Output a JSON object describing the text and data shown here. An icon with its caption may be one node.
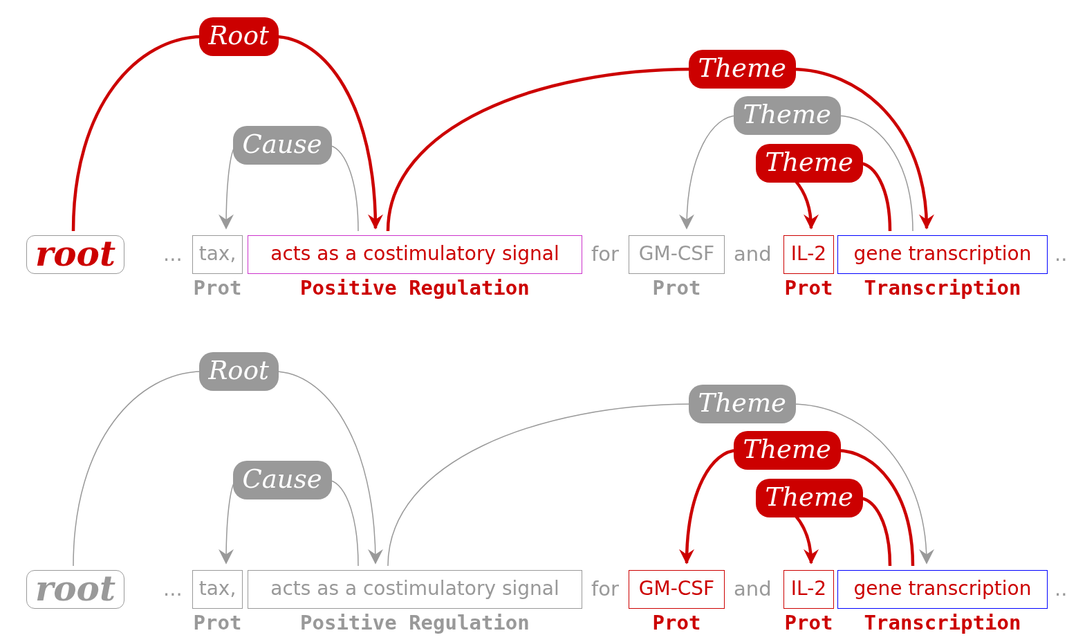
{
  "diagram": {
    "nodes": [
      {
        "text": [
          "root"
        ]
      },
      {
        "text": [
          "tax,"
        ],
        "beside": [
          "Prot"
        ]
      },
      {
        "text": [
          "acts as a costimulatory signal"
        ],
        "beside": [
          "Positive Regulation"
        ]
      },
      {
        "text": [
          "GM-CSF"
        ],
        "beside": [
          "Prot"
        ]
      },
      {
        "text": [
          "IL-2"
        ],
        "beside": [
          "Prot"
        ]
      },
      {
        "text": [
          "gene transcription"
        ],
        "beside": [
          "Transcription"
        ]
      },
      {
        "text": [
          "root"
        ]
      },
      {
        "text": [
          "tax,"
        ],
        "beside": [
          "Prot"
        ]
      },
      {
        "text": [
          "acts as a costimulatory signal"
        ],
        "beside": [
          "Positive Regulation"
        ]
      },
      {
        "text": [
          "GM-CSF"
        ],
        "beside": [
          "Prot"
        ]
      },
      {
        "text": [
          "IL-2"
        ],
        "beside": [
          "Prot"
        ]
      },
      {
        "text": [
          "gene transcription"
        ],
        "beside": [
          "Transcription"
        ]
      }
    ],
    "edges": [
      {
        "from": 0,
        "to": 2,
        "arrow": "to",
        "label": "Root",
        "style": "thick",
        "color": "#cc0000"
      },
      {
        "from": 2,
        "to": 1,
        "arrow": "to",
        "label": "Cause",
        "color": "#999999"
      },
      {
        "from": 2,
        "to": 5,
        "arrow": "to",
        "label": "Theme",
        "style": "thick",
        "color": "#cc0000"
      },
      {
        "from": 5,
        "to": 3,
        "arrow": "to",
        "label": "Theme",
        "color": "#999999"
      },
      {
        "from": 5,
        "to": 4,
        "arrow": "to",
        "label": "Theme",
        "style": "thick",
        "color": "#cc0000"
      },
      {
        "from": 6,
        "to": 8,
        "arrow": "to",
        "label": "Root",
        "color": "#999999"
      },
      {
        "from": 8,
        "to": 7,
        "arrow": "to",
        "label": "Cause",
        "color": "#999999"
      },
      {
        "from": 8,
        "to": 11,
        "arrow": "to",
        "label": "Theme",
        "color": "#999999"
      },
      {
        "from": 11,
        "to": 9,
        "arrow": "to",
        "label": "Theme",
        "style": "thick",
        "color": "#cc0000"
      },
      {
        "from": 11,
        "to": 10,
        "arrow": "to",
        "label": "Theme",
        "style": "thick",
        "color": "#cc0000"
      }
    ],
    "labels": [
      "...",
      "for",
      "and",
      "...",
      "...",
      "for",
      "and",
      "..."
    ]
  }
}
